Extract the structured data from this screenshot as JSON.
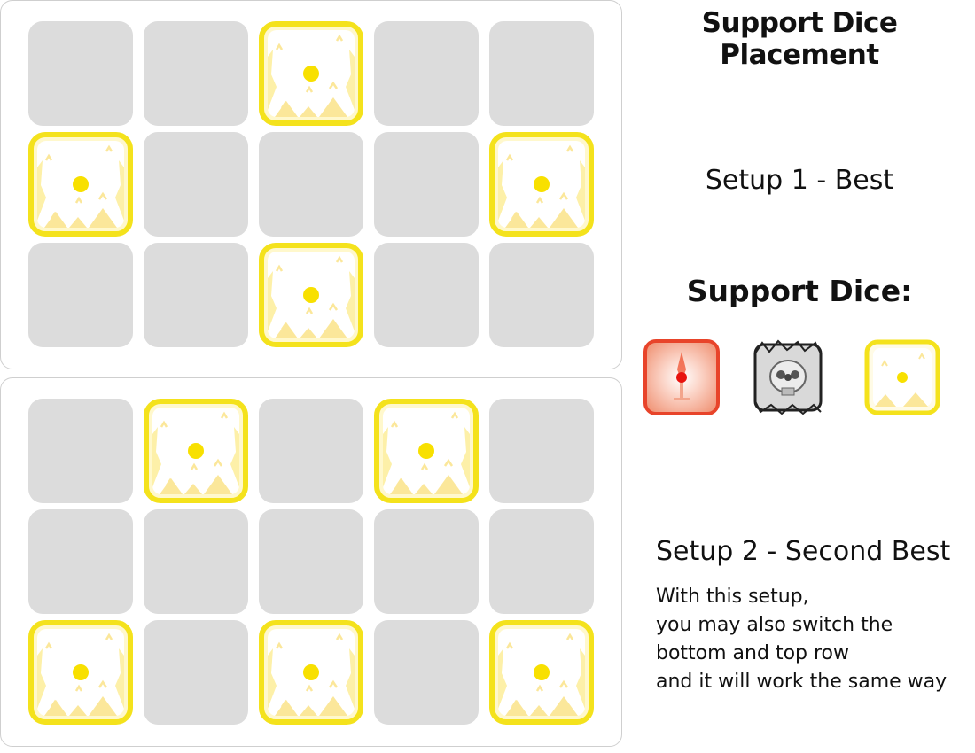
{
  "title": "Support Dice Placement",
  "setup1": {
    "label": "Setup 1 - Best",
    "support_positions": [
      [
        0,
        2
      ],
      [
        1,
        0
      ],
      [
        1,
        4
      ],
      [
        2,
        2
      ]
    ]
  },
  "support_dice_heading": "Support Dice:",
  "support_dice": [
    {
      "name": "sword-die",
      "accent": "#e8331f",
      "icon": "sword-icon"
    },
    {
      "name": "skull-die",
      "accent": "#888888",
      "icon": "skull-icon"
    },
    {
      "name": "light-die",
      "accent": "#f2e41a",
      "icon": "yellow-dot-icon"
    }
  ],
  "setup2": {
    "label": "Setup 2 - Second Best",
    "support_positions": [
      [
        0,
        1
      ],
      [
        0,
        3
      ],
      [
        2,
        0
      ],
      [
        2,
        2
      ],
      [
        2,
        4
      ]
    ],
    "note_lines": [
      "With this setup,",
      "you may also switch the",
      "bottom and top row",
      "and it will work the same way"
    ]
  },
  "grid": {
    "rows": 3,
    "cols": 5
  },
  "colors": {
    "empty_slot": "#dcdcdc",
    "die_border": "#f4e21c",
    "die_dot": "#f8e000",
    "arrow": "#fbe79a"
  }
}
